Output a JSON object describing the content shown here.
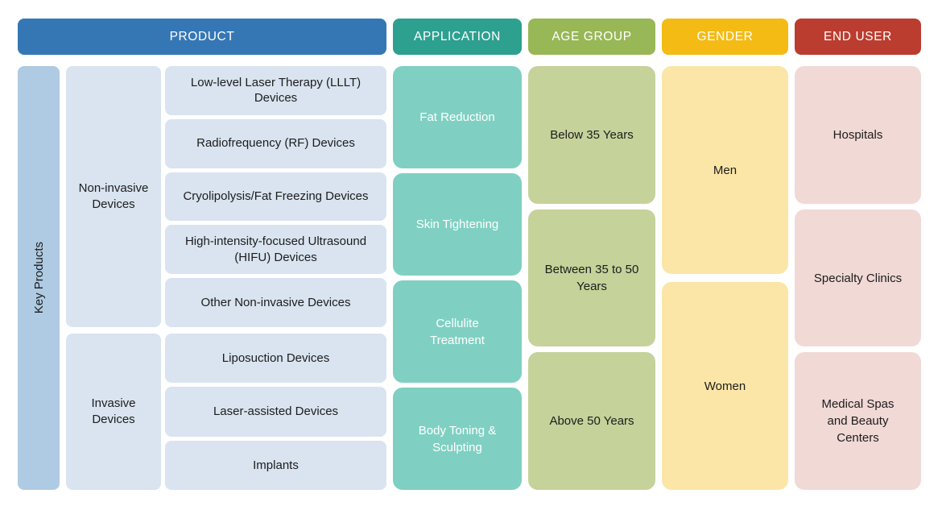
{
  "title": "Body Contouring Market Segmentation Diagram",
  "palette": {
    "product_header": "#3577B5",
    "application_header": "#2DA090",
    "age_group_header": "#98B756",
    "gender_header": "#F4BB15",
    "end_user_header": "#BB3D2F",
    "key_products_strip": "#AECBE3",
    "product_box": "#D9E4F0",
    "application_box": "#7FD0C2",
    "age_group_box": "#C5D29A",
    "gender_box": "#FBE6A8",
    "end_user_box": "#F1D9D6",
    "text_dark": "#1C1C1C",
    "text_light": "#FFFFFF"
  },
  "product": {
    "header": "PRODUCT",
    "side_label": "Key Products",
    "groups": [
      {
        "label": "Non-invasive Devices",
        "items": [
          "Low-level Laser Therapy (LLLT) Devices",
          "Radiofrequency (RF) Devices",
          "Cryolipolysis/Fat Freezing Devices",
          "High-intensity-focused Ultrasound (HIFU) Devices",
          "Other Non-invasive Devices"
        ]
      },
      {
        "label": "Invasive Devices",
        "items": [
          "Liposuction Devices",
          "Laser-assisted Devices",
          "Implants"
        ]
      }
    ]
  },
  "application": {
    "header": "APPLICATION",
    "items": [
      "Fat Reduction",
      "Skin Tightening",
      "Cellulite Treatment",
      "Body Toning & Sculpting"
    ]
  },
  "age_group": {
    "header": "AGE GROUP",
    "items": [
      "Below 35 Years",
      "Between 35 to 50 Years",
      "Above 50 Years"
    ]
  },
  "gender": {
    "header": "GENDER",
    "items": [
      "Men",
      "Women"
    ]
  },
  "end_user": {
    "header": "END USER",
    "items": [
      "Hospitals",
      "Specialty Clinics",
      "Medical Spas and Beauty Centers"
    ]
  }
}
